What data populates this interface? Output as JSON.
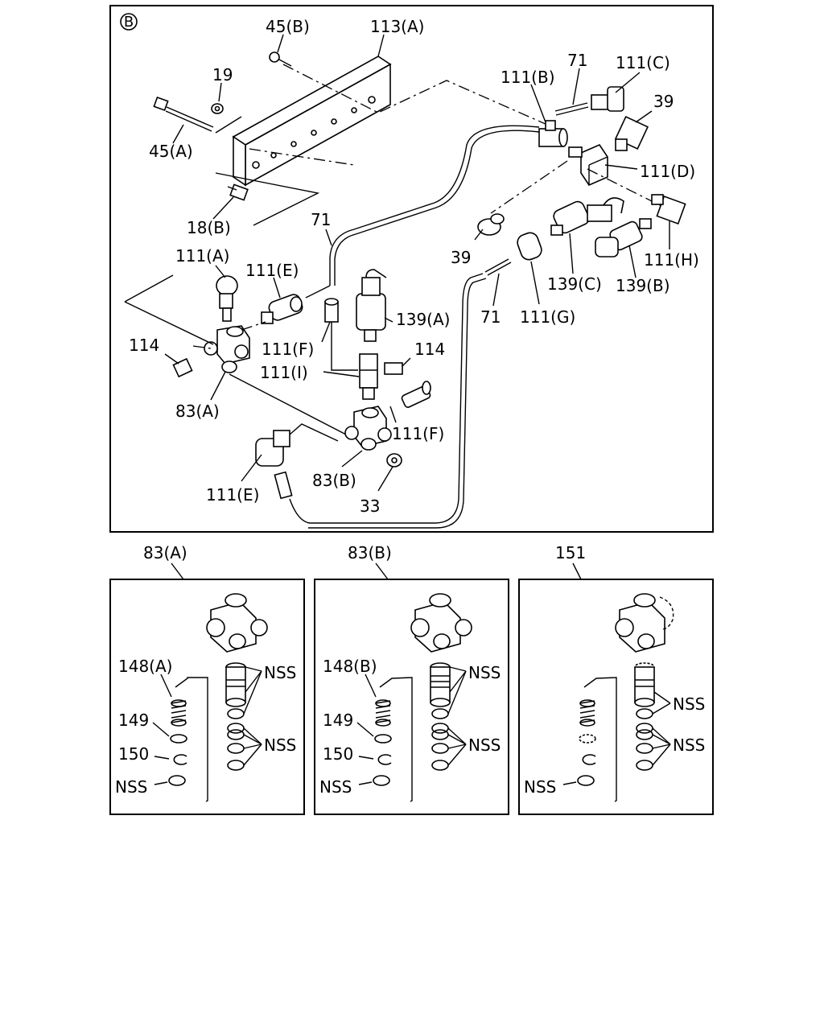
{
  "main_view": {
    "view_marker": "B",
    "labels": {
      "l45b": "45(B)",
      "l113a": "113(A)",
      "l19": "19",
      "l45a": "45(A)",
      "l18b": "18(B)",
      "l71_top": "71",
      "l111b": "111(B)",
      "l71_right": "71",
      "l111c": "111(C)",
      "l39_right": "39",
      "l111d": "111(D)",
      "l39_mid": "39",
      "l111a": "111(A)",
      "l111e_top": "111(E)",
      "l139a": "139(A)",
      "l139c": "139(C)",
      "l139b": "139(B)",
      "l111h": "111(H)",
      "l71_low": "71",
      "l111g": "111(G)",
      "l114_left": "114",
      "l111f_top": "111(F)",
      "l114_right": "114",
      "l111i": "111(I)",
      "l83a": "83(A)",
      "l111f_low": "111(F)",
      "l111e_low": "111(E)",
      "l83b": "83(B)",
      "l33": "33"
    }
  },
  "detail_views": [
    {
      "title": "83(A)",
      "labels": {
        "spring": "148(A)",
        "washer": "149",
        "ring": "150",
        "cap": "NSS",
        "body_seal": "NSS",
        "seals": "NSS"
      }
    },
    {
      "title": "83(B)",
      "labels": {
        "spring": "148(B)",
        "washer": "149",
        "ring": "150",
        "cap": "NSS",
        "body_seal": "NSS",
        "seals": "NSS"
      }
    },
    {
      "title": "151",
      "labels": {
        "cap": "NSS",
        "body_seal": "NSS",
        "seals": "NSS"
      }
    }
  ]
}
